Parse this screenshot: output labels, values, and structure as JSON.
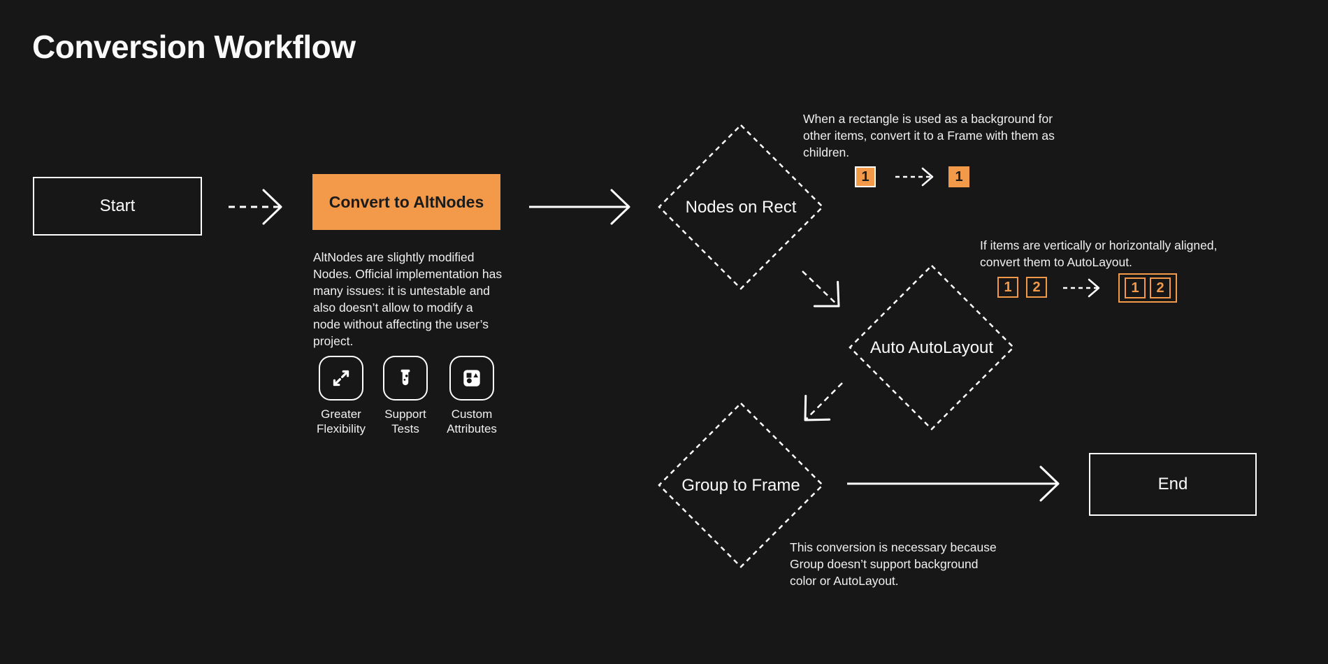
{
  "title": "Conversion Workflow",
  "colors": {
    "background": "#171717",
    "accent": "#F2994A",
    "line": "#FFFFFF",
    "text": "#F0F0F0"
  },
  "nodes": {
    "start": {
      "label": "Start",
      "type": "terminal"
    },
    "convert": {
      "label": "Convert to AltNodes",
      "type": "process",
      "description": "AltNodes are slightly modified Nodes. Official implementation has many issues: it is untestable and also doesn’t allow to modify a node without affecting the user’s project."
    },
    "nodes_on_rect": {
      "label": "Nodes on Rect",
      "type": "decision"
    },
    "auto_autolayout": {
      "label": "Auto AutoLayout",
      "type": "decision"
    },
    "group_to_frame": {
      "label": "Group to Frame",
      "type": "decision"
    },
    "end": {
      "label": "End",
      "type": "terminal"
    }
  },
  "features": [
    {
      "icon": "expand-icon",
      "label": "Greater Flexibility"
    },
    {
      "icon": "test-tube-icon",
      "label": "Support Tests"
    },
    {
      "icon": "shapes-icon",
      "label": "Custom Attributes"
    }
  ],
  "annotations": {
    "rect_note": {
      "text": "When a rectangle is used as a background for other items, convert it to a Frame with them as children.",
      "before": [
        "1"
      ],
      "after": [
        "1"
      ]
    },
    "autolayout_note": {
      "text": "If items are vertically or horizontally aligned, convert them to AutoLayout.",
      "before": [
        "1",
        "2"
      ],
      "after": [
        "1",
        "2"
      ]
    },
    "group_note": {
      "text": "This conversion is necessary because Group doesn’t support background color or AutoLayout."
    }
  }
}
